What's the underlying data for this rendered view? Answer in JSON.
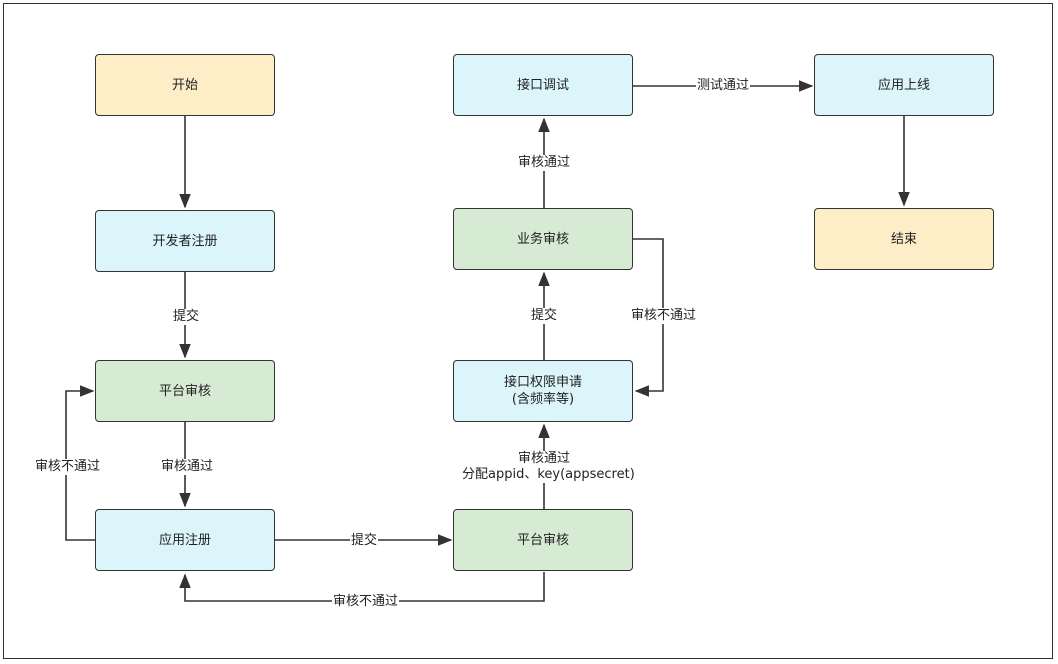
{
  "nodes": {
    "start": "开始",
    "dev_register": "开发者注册",
    "platform_review_1": "平台审核",
    "app_register": "应用注册",
    "platform_review_2": "平台审核",
    "api_permission_line1": "接口权限申请",
    "api_permission_line2": "(含频率等)",
    "business_review": "业务审核",
    "api_debug": "接口调试",
    "app_online": "应用上线",
    "end": "结束"
  },
  "edges": {
    "submit_1": "提交",
    "approved_1": "审核通过",
    "rejected_1": "审核不通过",
    "submit_2": "提交",
    "rejected_2": "审核不通过",
    "approved_2_line1": "审核通过",
    "approved_2_line2": "分配appid、key(appsecret)",
    "submit_3": "提交",
    "rejected_3": "审核不通过",
    "approved_3": "审核通过",
    "test_passed": "测试通过"
  },
  "colors": {
    "blue_fill": "#dbf5fb",
    "yellow_fill": "#fdeec8",
    "green_fill": "#d7ead3",
    "stroke": "#333333"
  }
}
